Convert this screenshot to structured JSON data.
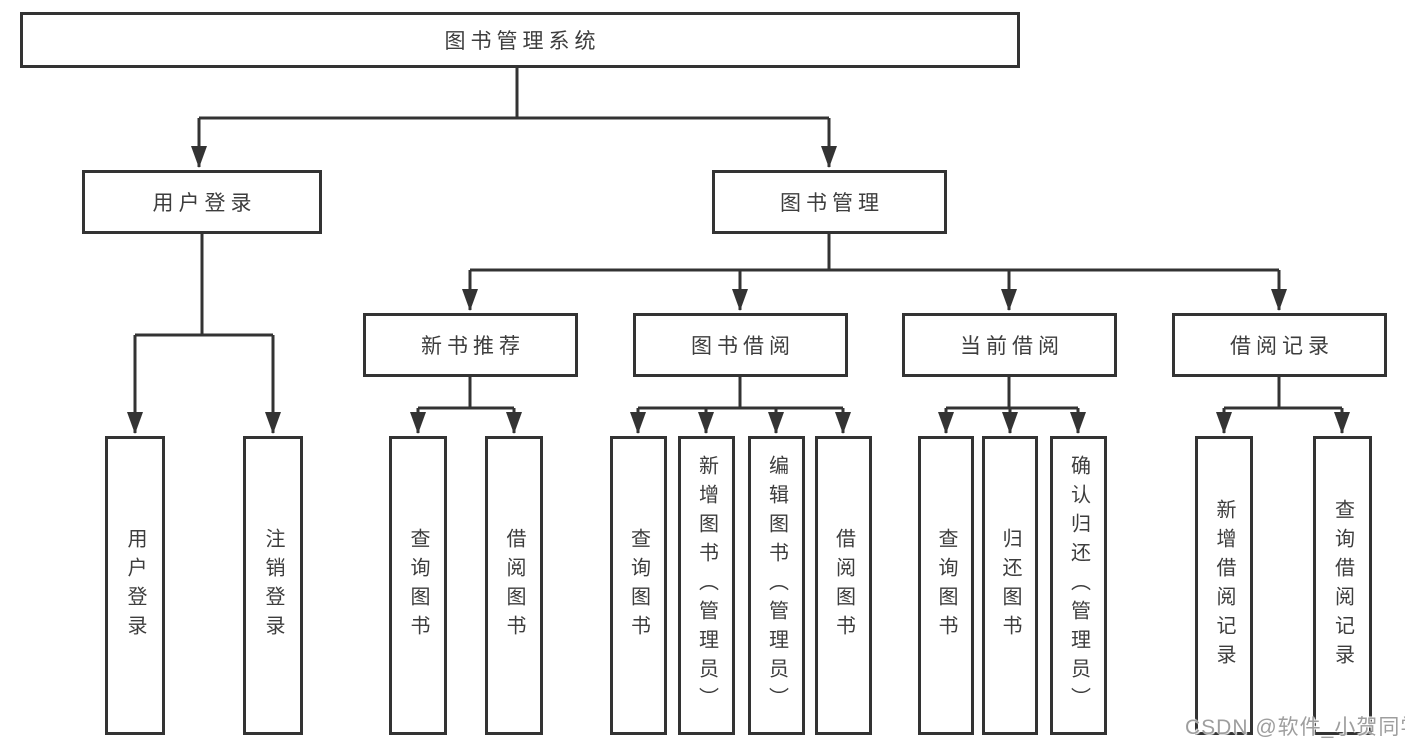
{
  "diagram": {
    "title": "图书管理系统",
    "tree": {
      "label": "图书管理系统",
      "children": [
        {
          "label": "用户登录",
          "children": [
            {
              "label": "用户登录"
            },
            {
              "label": "注销登录"
            }
          ]
        },
        {
          "label": "图书管理",
          "children": [
            {
              "label": "新书推荐",
              "children": [
                {
                  "label": "查询图书"
                },
                {
                  "label": "借阅图书"
                }
              ]
            },
            {
              "label": "图书借阅",
              "children": [
                {
                  "label": "查询图书"
                },
                {
                  "label": "新增图书（管理员）"
                },
                {
                  "label": "编辑图书（管理员）"
                },
                {
                  "label": "借阅图书"
                }
              ]
            },
            {
              "label": "当前借阅",
              "children": [
                {
                  "label": "查询图书"
                },
                {
                  "label": "归还图书"
                },
                {
                  "label": "确认归还（管理员）"
                }
              ]
            },
            {
              "label": "借阅记录",
              "children": [
                {
                  "label": "新增借阅记录"
                },
                {
                  "label": "查询借阅记录"
                }
              ]
            }
          ]
        }
      ]
    },
    "colors": {
      "line": "#333333",
      "box_border": "#333333",
      "text": "#3d3d3d",
      "background": "#ffffff",
      "watermark": "#9e9e9e"
    }
  },
  "watermark": "CSDN @软件_小贺同学"
}
